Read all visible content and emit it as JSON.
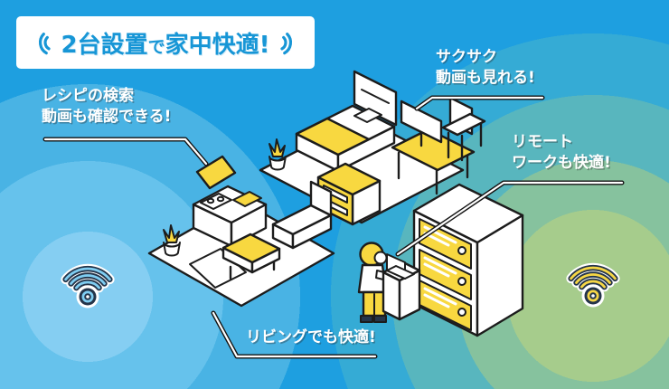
{
  "title": {
    "part1": "2台設置",
    "part2": "で",
    "part3": "家中快適!"
  },
  "callouts": {
    "recipe": {
      "line1": "レシピの検索",
      "line2": "動画も確認できる!"
    },
    "video": {
      "line1": "サクサク",
      "line2": "動画も見れる!"
    },
    "remote": {
      "line1": "リモート",
      "line2": "ワークも快適!"
    },
    "living": {
      "line1": "リビングでも快適!"
    }
  },
  "icons": {
    "wifi_left": "wifi-signal",
    "wifi_right": "wifi-signal",
    "title_signal_left": "signal-waves",
    "title_signal_right": "signal-waves"
  },
  "colors": {
    "background_blue": "#1E9FE0",
    "ring_left_inner": "#85CEF2",
    "ring_left_mid": "#66C2EC",
    "ring_left_outer": "#49B3E4",
    "ring_right_inner": "#A6CC8C",
    "ring_right_mid": "#86C29E",
    "ring_right_teal": "#58B6BE",
    "ring_right_outer": "#35ABD5",
    "accent_yellow": "#F8D840",
    "wifi_blue": "#7FCDF1",
    "wifi_yellow": "#F6D645",
    "outline_black": "#1C1C1C",
    "title_blue": "#1796D6",
    "label_white": "#FFFFFF"
  }
}
